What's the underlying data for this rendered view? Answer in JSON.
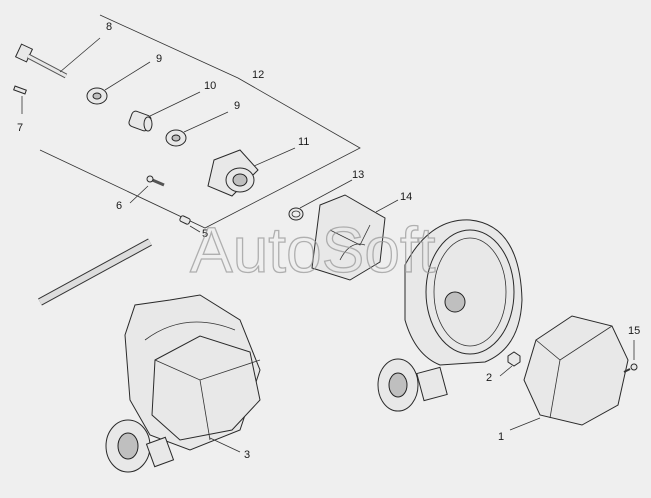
{
  "watermark": "AutoSoft",
  "callouts": {
    "c1": "1",
    "c2": "2",
    "c3": "3",
    "c5": "5",
    "c6": "6",
    "c7": "7",
    "c8": "8",
    "c9a": "9",
    "c9b": "9",
    "c10": "10",
    "c11": "11",
    "c12": "12",
    "c13": "13",
    "c14": "14",
    "c15": "15"
  }
}
